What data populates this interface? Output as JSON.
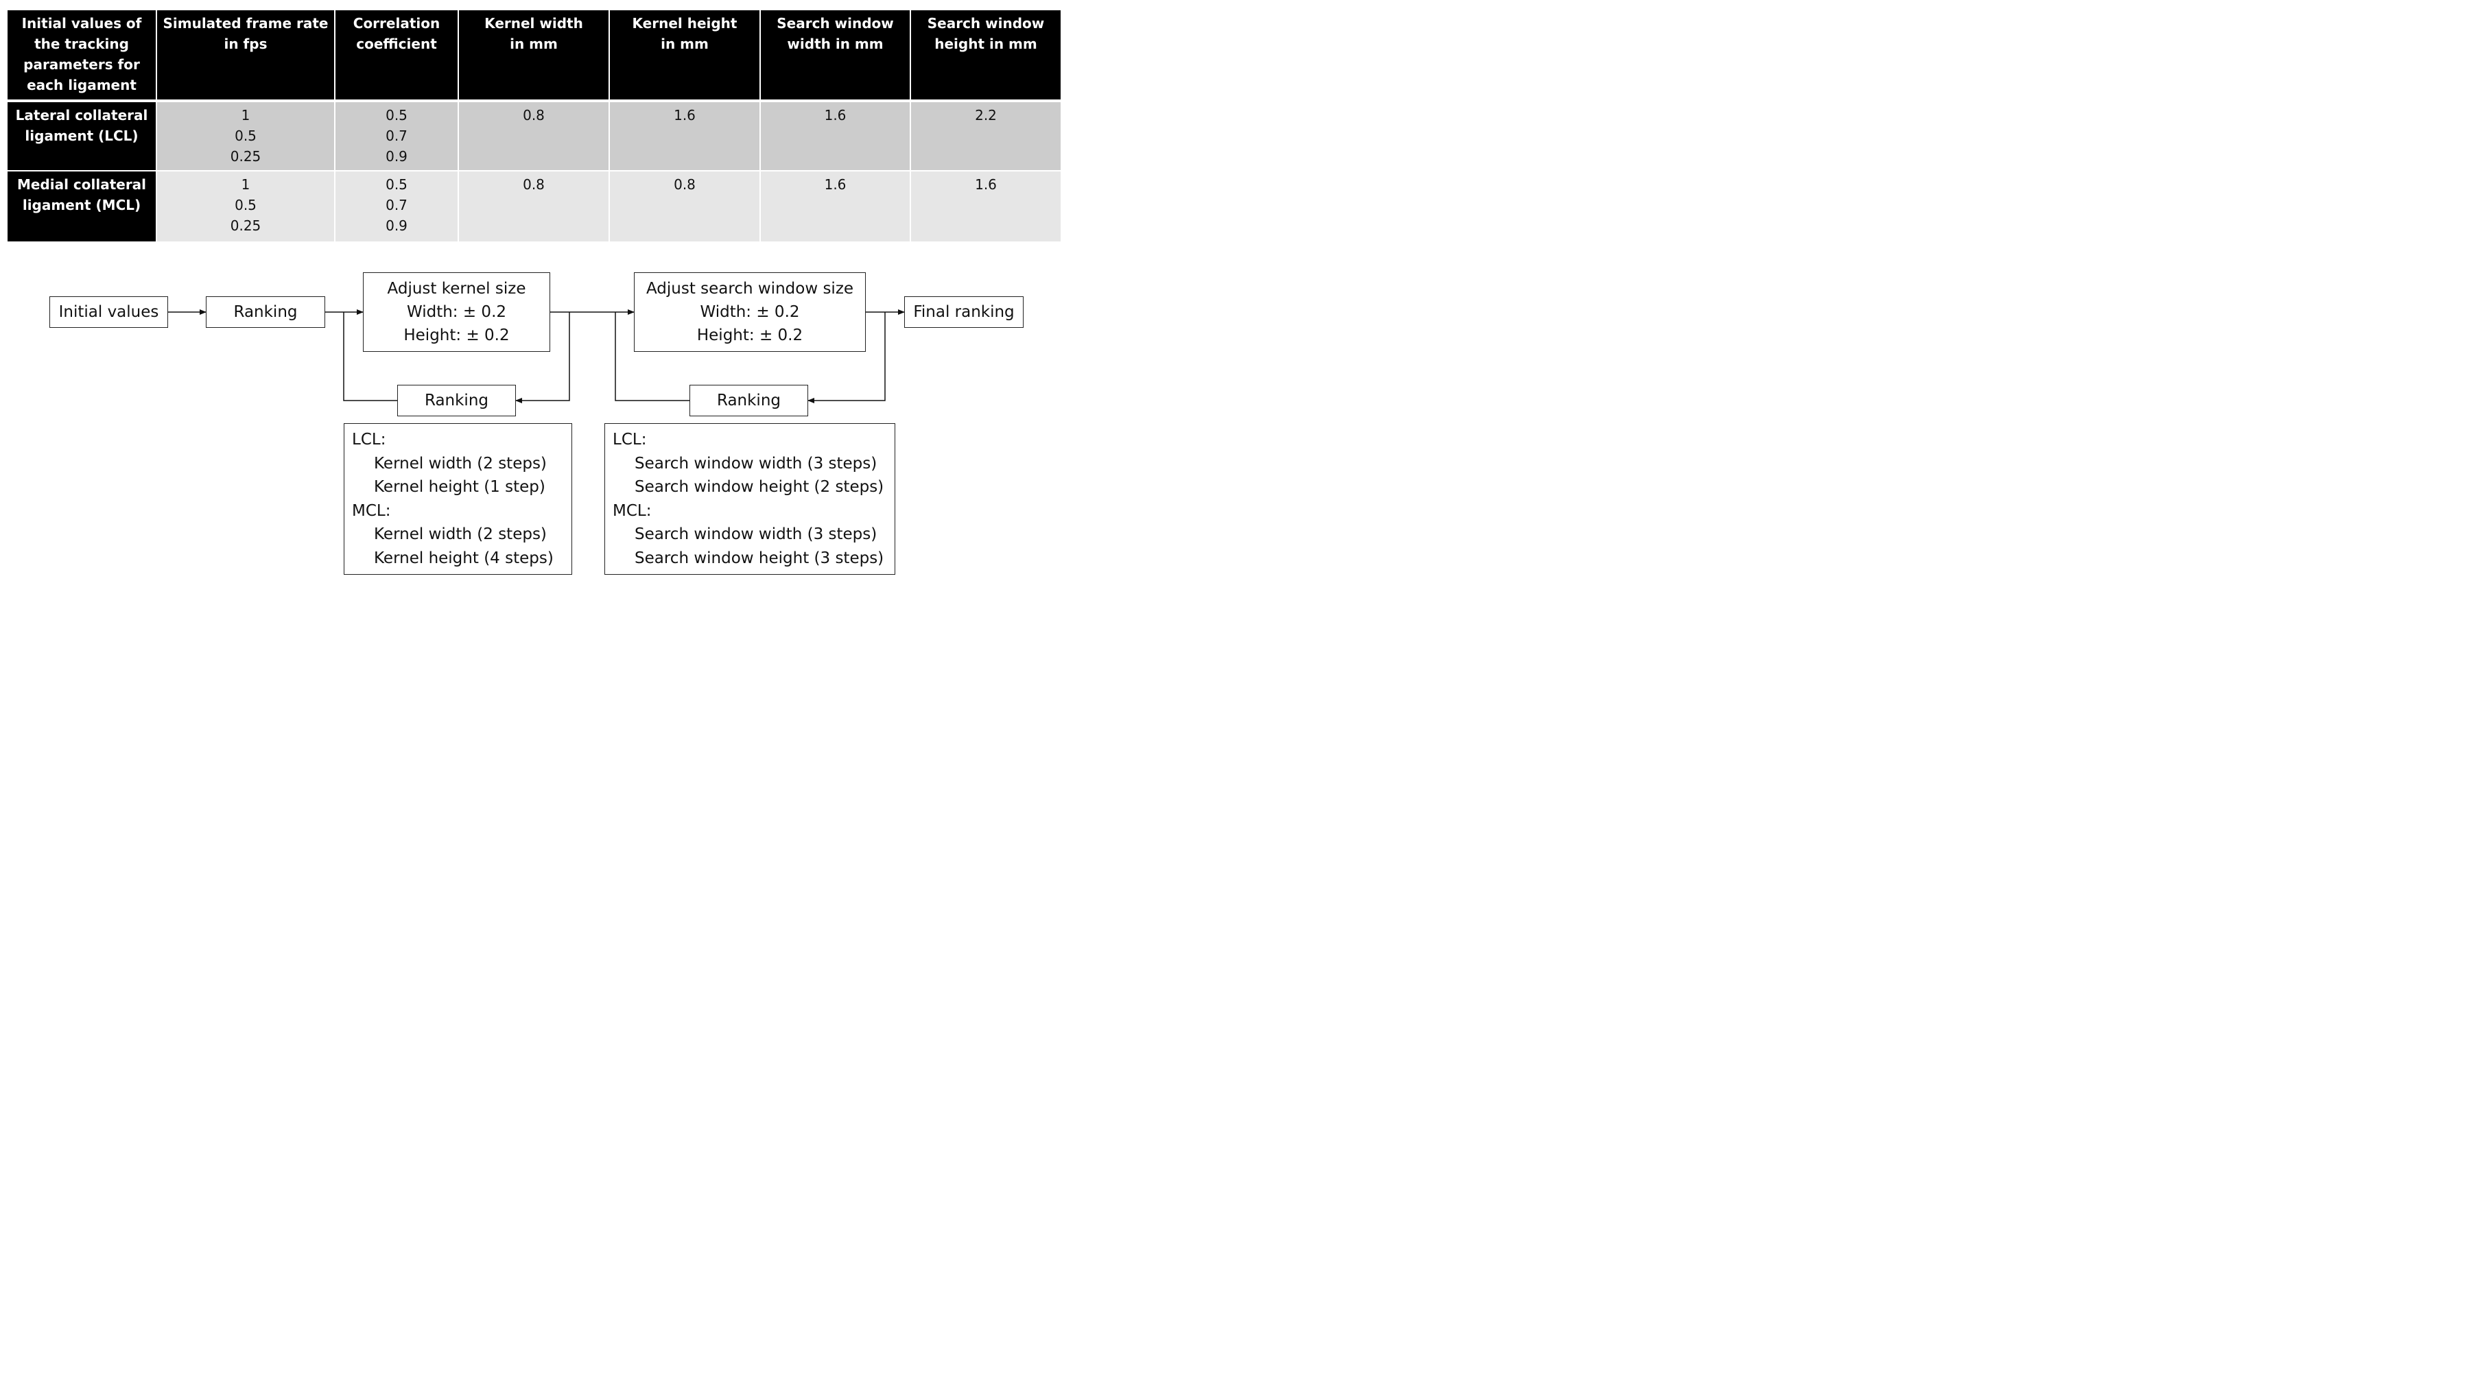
{
  "table": {
    "header": [
      "Initial values of\nthe tracking\nparameters for\neach ligament",
      "Simulated frame rate\nin fps",
      "Correlation\ncoefficient",
      "Kernel width\nin mm",
      "Kernel height\nin mm",
      "Search window\nwidth in mm",
      "Search window\nheight in mm"
    ],
    "rows": [
      {
        "label": "Lateral collateral\nligament (LCL)",
        "frame_rate": "1\n0.5\n0.25",
        "correlation": "0.5\n0.7\n0.9",
        "kernel_width": "0.8",
        "kernel_height": "1.6",
        "search_width": "1.6",
        "search_height": "2.2"
      },
      {
        "label": "Medial collateral\nligament (MCL)",
        "frame_rate": "1\n0.5\n0.25",
        "correlation": "0.5\n0.7\n0.9",
        "kernel_width": "0.8",
        "kernel_height": "0.8",
        "search_width": "1.6",
        "search_height": "1.6"
      }
    ]
  },
  "flow": {
    "initial": "Initial values",
    "ranking": "Ranking",
    "kernel": {
      "title": "Adjust kernel size",
      "width": "Width: ± 0.2",
      "height": "Height: ± 0.2"
    },
    "search": {
      "title": "Adjust search window size",
      "width": "Width: ± 0.2",
      "height": "Height: ± 0.2"
    },
    "final": "Final ranking",
    "kernel_notes": {
      "lcl": "LCL:",
      "lcl_1": "Kernel width (2 steps)",
      "lcl_2": "Kernel height (1 step)",
      "mcl": "MCL:",
      "mcl_1": "Kernel width (2 steps)",
      "mcl_2": "Kernel height (4 steps)"
    },
    "search_notes": {
      "lcl": "LCL:",
      "lcl_1": "Search window width (3 steps)",
      "lcl_2": "Search window height (2 steps)",
      "mcl": "MCL:",
      "mcl_1": "Search window width (3 steps)",
      "mcl_2": "Search window height (3 steps)"
    }
  }
}
